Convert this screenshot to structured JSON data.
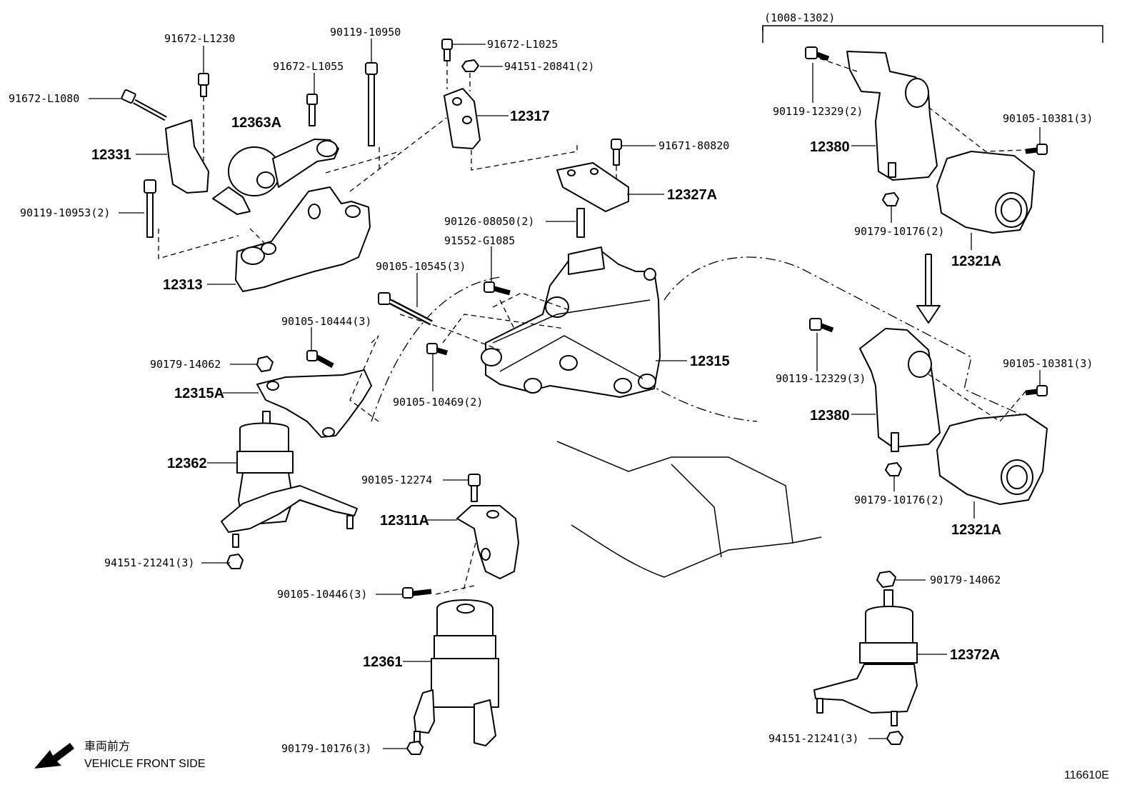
{
  "diagram_id": "116610E",
  "variant_range": "(1008-1302)",
  "front_note": {
    "japanese": "車両前方",
    "english": "VEHICLE FRONT SIDE"
  },
  "parts": [
    {
      "number": "91672-L1230"
    },
    {
      "number": "90119-10950"
    },
    {
      "number": "91672-L1025"
    },
    {
      "number": "94151-20841(2)"
    },
    {
      "number": "91672-L1055"
    },
    {
      "number": "91672-L1080"
    },
    {
      "number": "12363A"
    },
    {
      "number": "12317"
    },
    {
      "number": "12331"
    },
    {
      "number": "91671-80820"
    },
    {
      "number": "12327A"
    },
    {
      "number": "90119-10953(2)"
    },
    {
      "number": "90126-08050(2)"
    },
    {
      "number": "91552-G1085"
    },
    {
      "number": "12313"
    },
    {
      "number": "90105-10545(3)"
    },
    {
      "number": "90105-10444(3)"
    },
    {
      "number": "12315"
    },
    {
      "number": "90179-14062"
    },
    {
      "number": "12315A"
    },
    {
      "number": "90105-10469(2)"
    },
    {
      "number": "12362"
    },
    {
      "number": "90105-12274"
    },
    {
      "number": "12311A"
    },
    {
      "number": "94151-21241(3)"
    },
    {
      "number": "90105-10446(3)"
    },
    {
      "number": "12361"
    },
    {
      "number": "90179-10176(3)"
    },
    {
      "number": "90119-12329(2)"
    },
    {
      "number": "90105-10381(3)"
    },
    {
      "number": "12380"
    },
    {
      "number": "90179-10176(2)"
    },
    {
      "number": "12321A"
    },
    {
      "number": "90119-12329(3)"
    },
    {
      "number": "90105-10381(3)"
    },
    {
      "number": "12380"
    },
    {
      "number": "90179-10176(2)"
    },
    {
      "number": "12321A"
    },
    {
      "number": "90179-14062"
    },
    {
      "number": "12372A"
    },
    {
      "number": "94151-21241(3)"
    }
  ]
}
